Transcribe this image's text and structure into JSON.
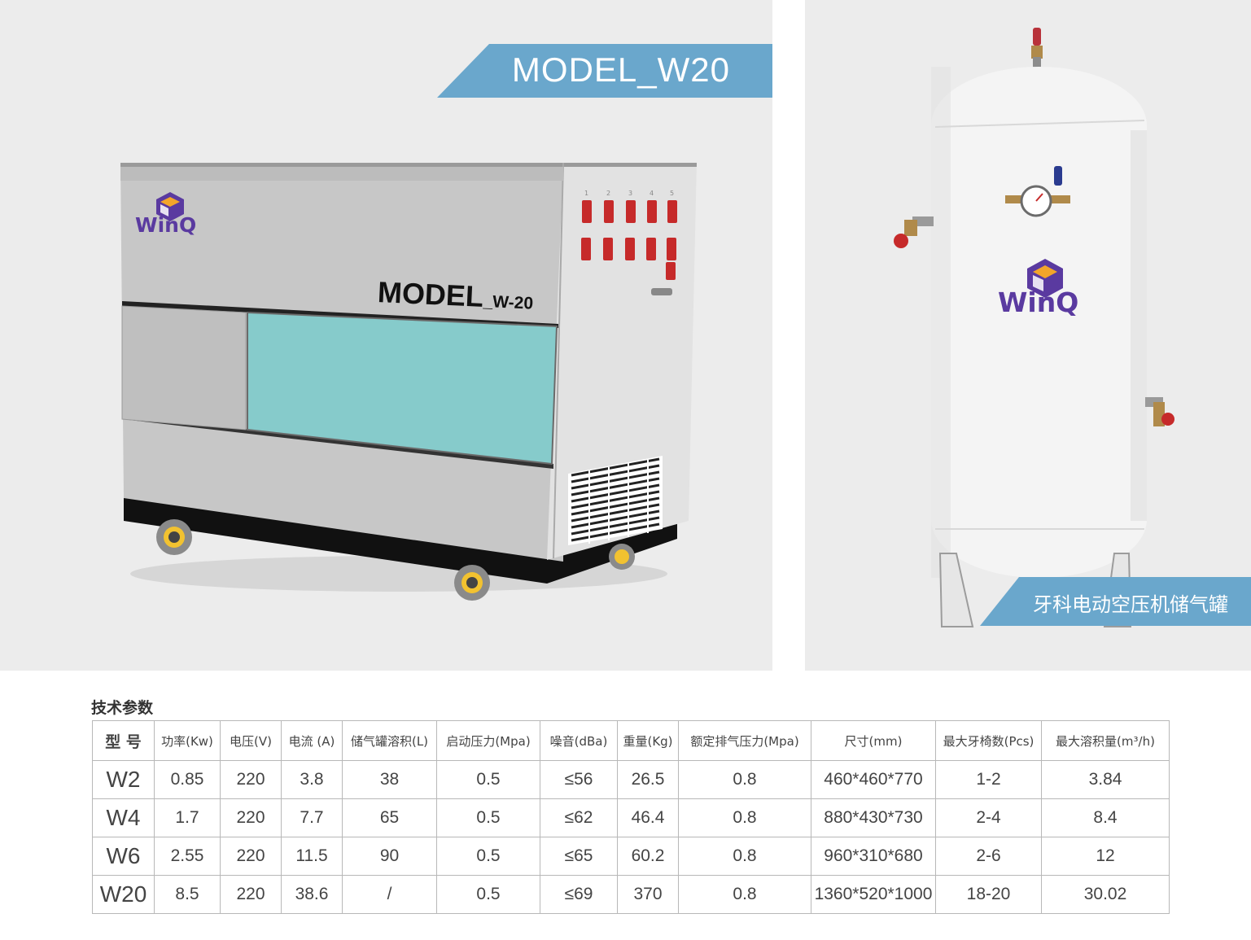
{
  "left_panel": {
    "banner_text": "MODEL_W20",
    "machine": {
      "logo_text": "WinQ",
      "model_main": "MODEL",
      "model_suffix": "_W-20"
    }
  },
  "right_panel": {
    "tank_logo_text": "WinQ",
    "caption": "牙科电动空压机储气罐"
  },
  "spec_section": {
    "title": "技术参数",
    "headers": [
      "型 号",
      "功率(Kw)",
      "电压(V)",
      "电流 (A)",
      "储气罐溶积(L)",
      "启动压力(Mpa)",
      "噪音(dBa)",
      "重量(Kg)",
      "额定排气压力(Mpa)",
      "尺寸(mm)",
      "最大牙椅数(Pcs)",
      "最大溶积量(m³/h)"
    ],
    "rows": [
      [
        "W2",
        "0.85",
        "220",
        "3.8",
        "38",
        "0.5",
        "≤56",
        "26.5",
        "0.8",
        "460*460*770",
        "1-2",
        "3.84"
      ],
      [
        "W4",
        "1.7",
        "220",
        "7.7",
        "65",
        "0.5",
        "≤62",
        "46.4",
        "0.8",
        "880*430*730",
        "2-4",
        "8.4"
      ],
      [
        "W6",
        "2.55",
        "220",
        "11.5",
        "90",
        "0.5",
        "≤65",
        "60.2",
        "0.8",
        "960*310*680",
        "2-6",
        "12"
      ],
      [
        "W20",
        "8.5",
        "220",
        "38.6",
        "/",
        "0.5",
        "≤69",
        "370",
        "0.8",
        "1360*520*1000",
        "18-20",
        "30.02"
      ]
    ]
  },
  "colors": {
    "banner_blue": "#6aa7cc",
    "panel_bg": "#ececec",
    "window_teal": "#86cbcb",
    "switch_red": "#c62a2a",
    "logo_purple": "#5a3aa0",
    "logo_orange": "#f3a52a"
  }
}
